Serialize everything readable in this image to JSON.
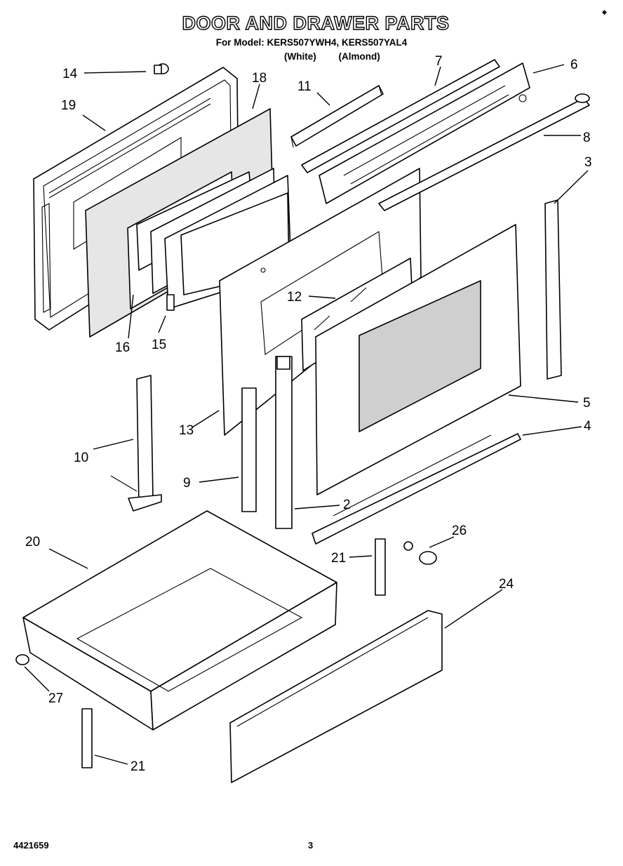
{
  "header": {
    "title": "DOOR AND DRAWER PARTS",
    "models_line": "For Model: KERS507YWH4, KERS507YAL4",
    "variant_white": "(White)",
    "variant_almond": "(Almond)"
  },
  "callouts": {
    "c14": "14",
    "c19": "19",
    "c18": "18",
    "c11": "11",
    "c7": "7",
    "c6": "6",
    "c8": "8",
    "c3": "3",
    "c12": "12",
    "c16": "16",
    "c15": "15",
    "c5": "5",
    "c13": "13",
    "c4": "4",
    "c10": "10",
    "c9": "9",
    "c2": "2",
    "c20": "20",
    "c26": "26",
    "c21a": "21",
    "c24": "24",
    "c27": "27",
    "c21b": "21"
  },
  "footer": {
    "doc_number": "4421659",
    "page_number": "3"
  },
  "icons": {
    "corner_mark": "mark-icon"
  }
}
